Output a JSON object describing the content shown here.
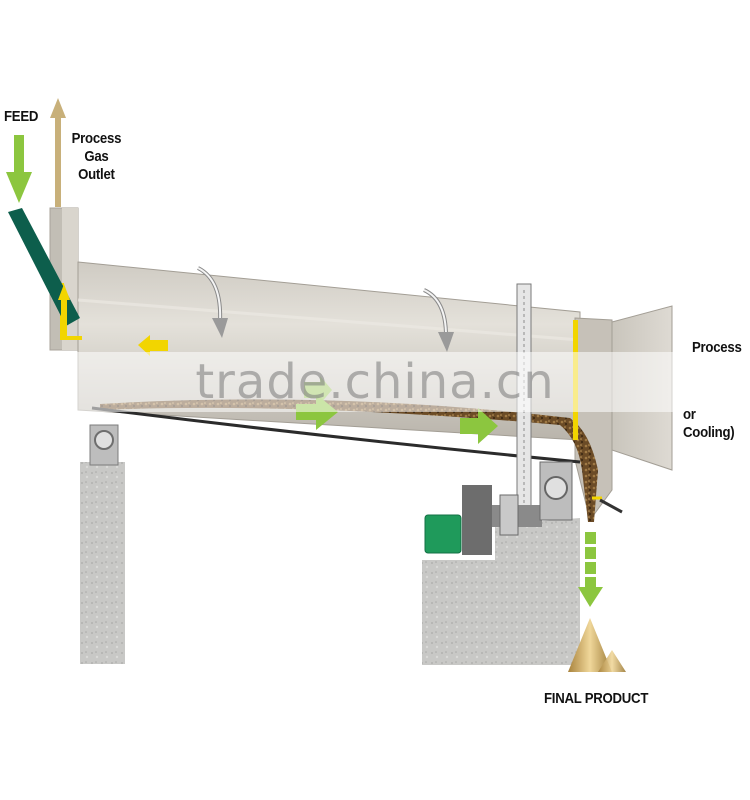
{
  "labels": {
    "feed": "FEED",
    "process_gas_outlet": [
      "Process",
      "Gas",
      "Outlet"
    ],
    "process_partial": "Process",
    "cooling_partial": "or Cooling)",
    "final_product": "FINAL PRODUCT"
  },
  "watermark": "trade.china.cn",
  "colors": {
    "drum": "#d6d2ca",
    "material": "#7a5a32",
    "feed_chute": "#0d5e4c",
    "flow_arrow": "#8cc63f",
    "gas_arrow": "#c8b07a",
    "accent_yellow": "#f2d500",
    "motor": "#1f9a5b",
    "product_pile": "#c9a55a"
  }
}
